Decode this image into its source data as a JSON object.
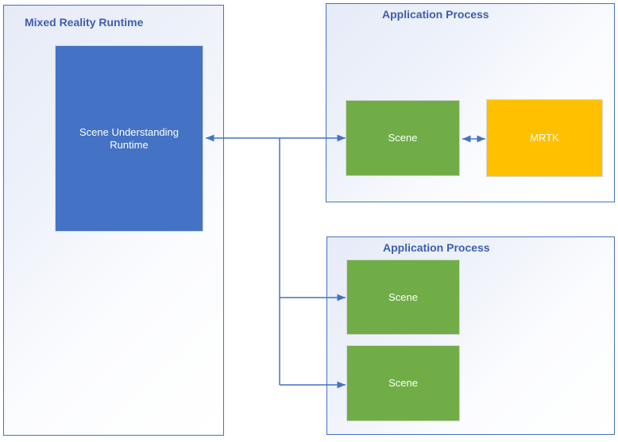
{
  "diagram": {
    "kind": "architecture-diagram",
    "containers": {
      "mixed_reality_runtime": {
        "title": "Mixed Reality Runtime",
        "boxes": {
          "scene_understanding_runtime": {
            "label": "Scene Understanding Runtime",
            "fill": "#4472C4",
            "text_color": "#FFFFFF"
          }
        }
      },
      "application_process_top": {
        "title": "Application Process",
        "boxes": {
          "scene": {
            "label": "Scene",
            "fill": "#70AD47",
            "text_color": "#FFFFFF"
          },
          "mrtk": {
            "label": "MRTK",
            "fill": "#FFC000",
            "text_color": "#FFFFFF"
          }
        }
      },
      "application_process_bottom": {
        "title": "Application Process",
        "boxes": {
          "scene_upper": {
            "label": "Scene",
            "fill": "#70AD47",
            "text_color": "#FFFFFF"
          },
          "scene_lower": {
            "label": "Scene",
            "fill": "#70AD47",
            "text_color": "#FFFFFF"
          }
        }
      }
    },
    "connectors": [
      {
        "from": "Scene Understanding Runtime",
        "to": "Scene (top Application Process)",
        "style": "double-arrow"
      },
      {
        "from": "Scene (top Application Process)",
        "to": "MRTK",
        "style": "double-arrow"
      },
      {
        "from": "Scene Understanding Runtime",
        "to": "Scene (bottom Application Process, upper)",
        "style": "arrow"
      },
      {
        "from": "Scene Understanding Runtime",
        "to": "Scene (bottom Application Process, lower)",
        "style": "arrow"
      }
    ],
    "colors": {
      "connector": "#4472C4",
      "container_border": "#4472C4",
      "container_title_text": "#3E5EAC",
      "container_gradient_start": "#E6EBF7",
      "container_gradient_end": "#FFFFFF",
      "box_blue": "#4472C4",
      "box_green": "#70AD47",
      "box_gold": "#FFC000",
      "box_border": "#D6D6D6"
    }
  }
}
